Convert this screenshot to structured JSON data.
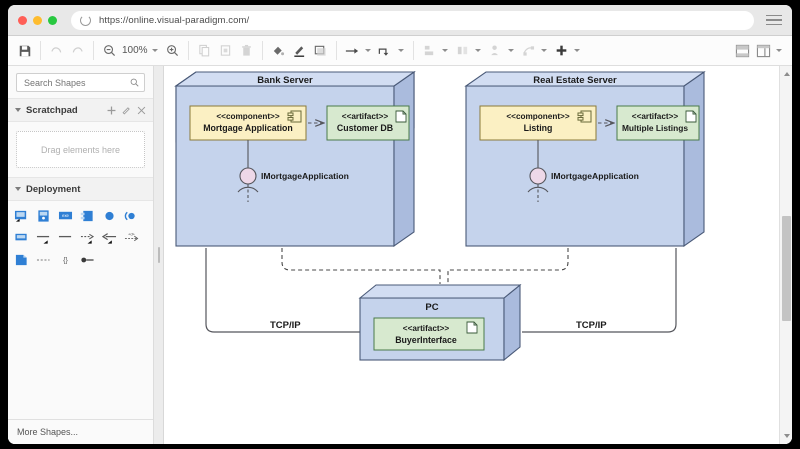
{
  "browser": {
    "url": "https://online.visual-paradigm.com/",
    "reload_icon": "reload-icon",
    "menu_icon": "hamburger-menu-icon",
    "traffic_lights": [
      "close",
      "minimize",
      "maximize"
    ]
  },
  "toolbar": {
    "save": "save-icon",
    "undo": "undo-icon",
    "redo": "redo-icon",
    "zoom_out": "zoom-out-icon",
    "zoom_level": "100%",
    "zoom_in": "zoom-in-icon",
    "copy": "copy-icon",
    "paste": "paste-icon",
    "delete": "trash-icon",
    "fill_color": "fill-color-icon",
    "line_color": "line-color-icon",
    "shadow": "shadow-icon",
    "arrow_style": "arrow-style-icon",
    "waypoint_style": "waypoint-style-icon",
    "align": "align-icon",
    "distribute": "distribute-icon",
    "group": "group-icon",
    "send_to_back": "send-to-back-icon",
    "insert": "plus-icon",
    "format_panel": "format-panel-icon",
    "outline_panel": "outline-panel-icon"
  },
  "sidebar": {
    "search_placeholder": "Search Shapes",
    "search_value": "",
    "sections": [
      {
        "label": "Scratchpad",
        "dropzone_text": "Drag elements here",
        "actions": [
          "add-icon",
          "edit-icon",
          "close-icon"
        ]
      },
      {
        "label": "Deployment",
        "shapes": [
          [
            "node-shape",
            "device-shape",
            "execution-environment-shape",
            "component-shape",
            "circle-shape",
            "interface-shape"
          ],
          [
            "artifact-shape",
            "line-shape",
            "line2-shape",
            "dependency-shape",
            "arrow-left-shape",
            "deploy-shape"
          ],
          [
            "document-shape",
            "dashed-line-shape",
            "constraint-shape",
            "lollipop-shape"
          ]
        ]
      }
    ],
    "footer": "More Shapes..."
  },
  "colors": {
    "node_fill": "#c5d3ec",
    "node_stroke": "#4a5a78",
    "component_fill": "#fbf0c3",
    "component_stroke": "#8a7a3a",
    "artifact_fill": "#d7e9cf",
    "artifact_stroke": "#4a7a4a",
    "lollipop_fill": "#eed8e8",
    "line": "#55565c"
  },
  "diagram": {
    "type": "UML Deployment Diagram",
    "nodes": [
      {
        "id": "bank-server",
        "label": "Bank Server",
        "component": {
          "stereotype": "<<component>>",
          "name": "Mortgage Application"
        },
        "artifact": {
          "stereotype": "<<artifact>>",
          "name": "Customer DB"
        },
        "interface": "IMortgageApplication"
      },
      {
        "id": "real-estate-server",
        "label": "Real Estate Server",
        "component": {
          "stereotype": "<<component>>",
          "name": "Listing"
        },
        "artifact": {
          "stereotype": "<<artifact>>",
          "name": "Multiple Listings"
        },
        "interface": "IMortgageApplication"
      },
      {
        "id": "pc",
        "label": "PC",
        "artifact": {
          "stereotype": "<<artifact>>",
          "name": "BuyerInterface"
        }
      }
    ],
    "connections": [
      {
        "id": "left-link",
        "label": "TCP/IP",
        "from": "bank-server",
        "to": "pc"
      },
      {
        "id": "right-link",
        "label": "TCP/IP",
        "from": "real-estate-server",
        "to": "pc"
      }
    ]
  }
}
